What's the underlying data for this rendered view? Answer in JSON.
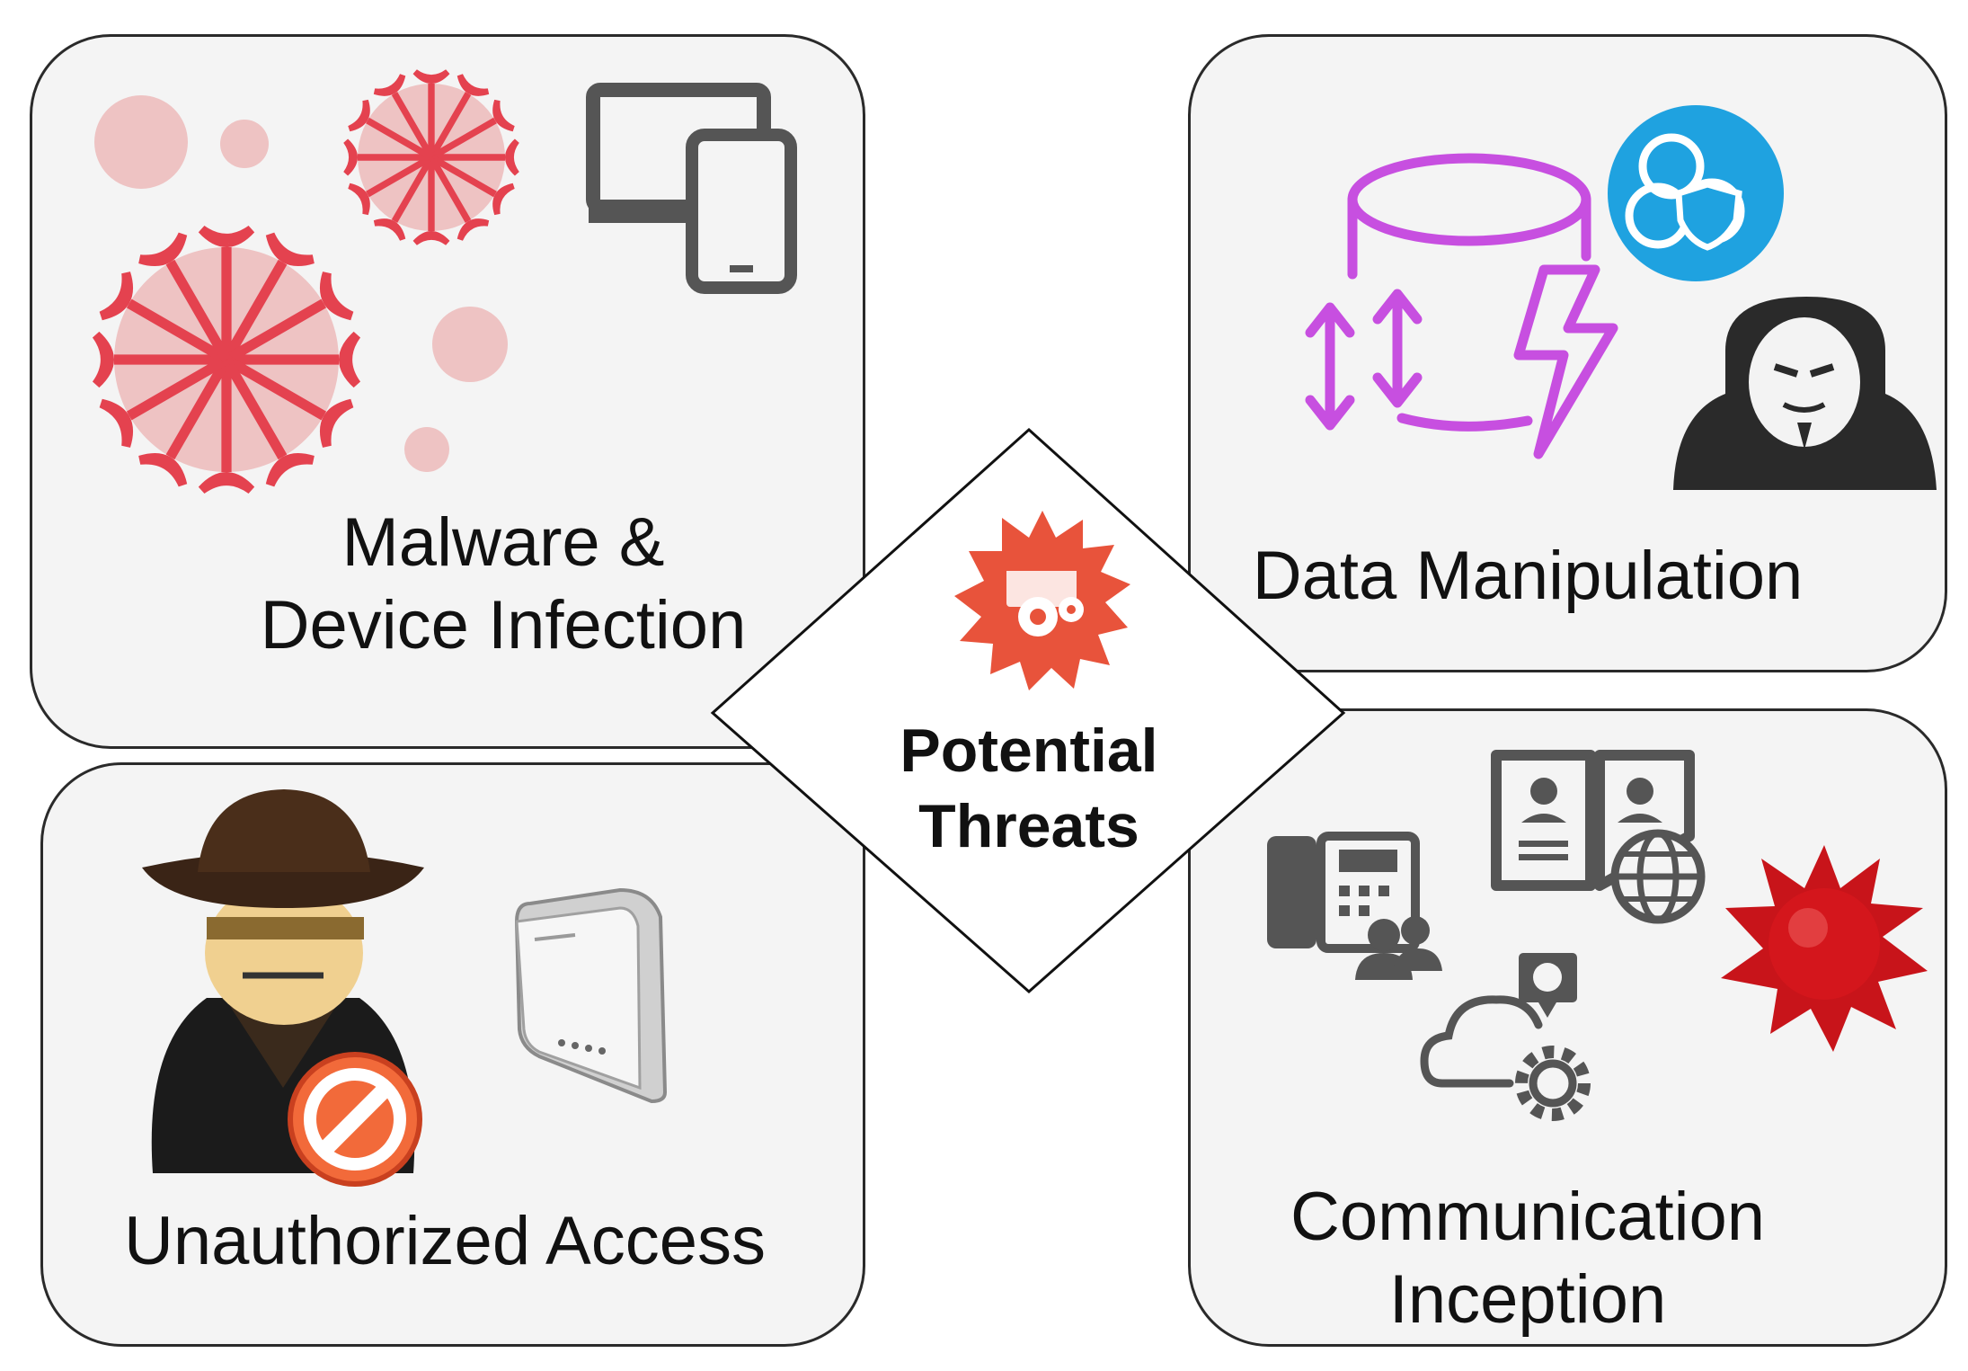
{
  "diagram": {
    "center": {
      "line1": "Potential",
      "line2": "Threats",
      "icon": "threat-gear-burst-icon"
    },
    "panels": [
      {
        "id": "malware",
        "line1": "Malware &",
        "line2": "Device Infection",
        "icons": [
          "virus-icon",
          "devices-icon"
        ]
      },
      {
        "id": "data",
        "line1": "Data Manipulation",
        "icons": [
          "database-lightning-icon",
          "biohazard-shield-icon",
          "hacker-mask-icon"
        ]
      },
      {
        "id": "access",
        "line1": "Unauthorized Access",
        "icons": [
          "spy-icon",
          "no-entry-icon",
          "router-icon"
        ]
      },
      {
        "id": "comm",
        "line1": "Communication",
        "line2": "Inception",
        "icons": [
          "phone-users-icon",
          "contact-book-globe-icon",
          "cloud-gear-icon",
          "spiked-virus-icon"
        ]
      }
    ]
  },
  "colors": {
    "panel_fill": "#f4f4f4",
    "virus_red": "#e4424f",
    "virus_pink": "#eec3c3",
    "database_purple": "#c74fe0",
    "shield_blue": "#1fa2e0",
    "threat_orange": "#e8533b",
    "spiked_red": "#c8141a",
    "icon_gray": "#555555"
  }
}
